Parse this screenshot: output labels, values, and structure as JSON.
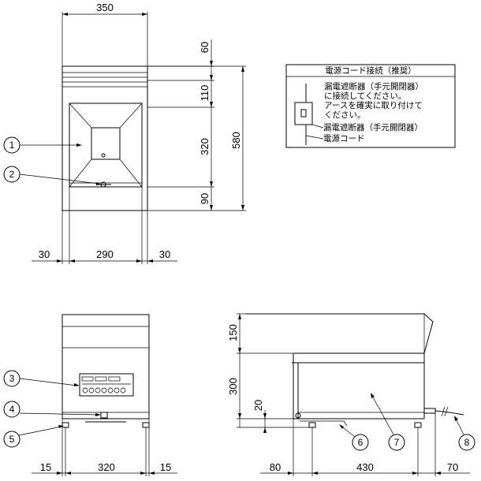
{
  "dimensions": {
    "top_width": "350",
    "side_60": "60",
    "side_110": "110",
    "side_320": "320",
    "side_90": "90",
    "overall_height": "580",
    "bottom_30_left": "30",
    "bottom_290": "290",
    "bottom_30_right": "30",
    "front_15_left": "15",
    "front_320": "320",
    "front_15_right": "15",
    "side_150": "150",
    "side_300": "300",
    "side_20": "20",
    "side_80": "80",
    "side_430": "430",
    "side_70": "70"
  },
  "note_box": {
    "title": "電源コード接続（推奨）",
    "line1": "漏電遮断器（手元開閉器）",
    "line2": "に接続してください。",
    "line3": "アースを確実に取り付けて",
    "line4": "ください。",
    "label_breaker": "漏電遮断器（手元開閉器）",
    "label_cord": "電源コード"
  },
  "callouts": [
    "1",
    "2",
    "3",
    "4",
    "5",
    "6",
    "7",
    "8"
  ]
}
